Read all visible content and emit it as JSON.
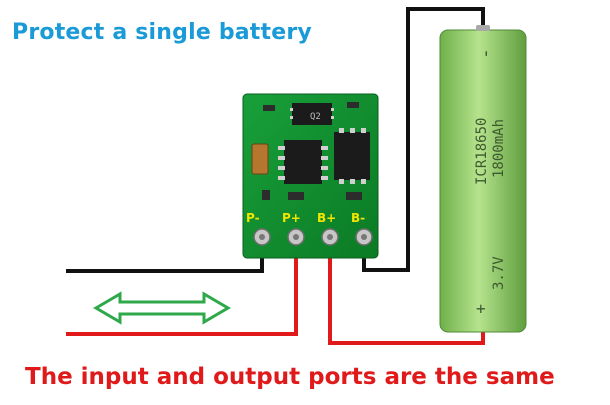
{
  "title": "Protect a single battery",
  "caption": "The input and output ports are the same",
  "pcb": {
    "pins": [
      "P-",
      "P+",
      "B+",
      "B-"
    ],
    "chip_marking": "Q2"
  },
  "battery": {
    "model": "ICR18650",
    "capacity": "1800mAh",
    "voltage": "3.7V",
    "minus_sign": "-",
    "plus_sign": "+"
  },
  "colors": {
    "title": "#1a9ad6",
    "caption": "#e01a1a",
    "wire_black": "#111111",
    "wire_red": "#e01a1a",
    "arrow": "#2ea84a",
    "pcb": "#0f8a2c",
    "pin_label": "#f2e600",
    "battery": "#8fcf6a"
  },
  "icons": [
    "double-arrow-icon",
    "ic-chip-icon",
    "capacitor-icon",
    "mosfet-icon"
  ]
}
